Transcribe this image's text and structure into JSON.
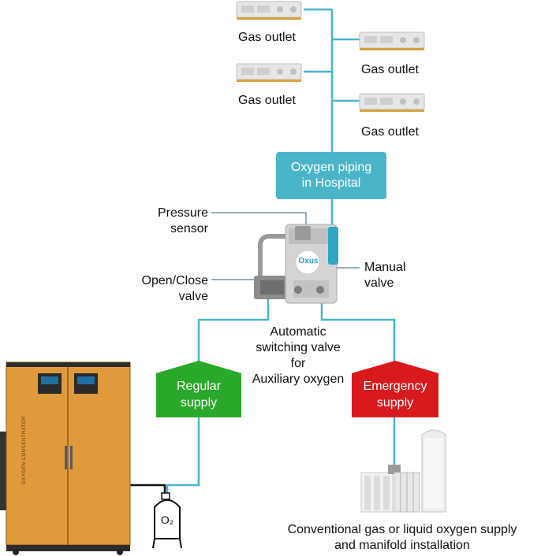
{
  "gas_outlets": [
    {
      "label": "Gas outlet"
    },
    {
      "label": "Gas outlet"
    },
    {
      "label": "Gas outlet"
    },
    {
      "label": "Gas outlet"
    }
  ],
  "piping_box": {
    "line1": "Oxygen piping",
    "line2": "in Hospital",
    "color": "#4ab5c8"
  },
  "valve_assembly": {
    "pressure_sensor": {
      "line1": "Pressure",
      "line2": "sensor"
    },
    "open_close_valve": {
      "line1": "Open/Close",
      "line2": "valve"
    },
    "manual_valve": {
      "line1": "Manual",
      "line2": "valve"
    },
    "brand_logo": "Oxus",
    "caption": {
      "line1": "Automatic",
      "line2": "switching valve",
      "line3": "for",
      "line4": "Auxiliary oxygen"
    }
  },
  "regular_supply": {
    "line1": "Regular",
    "line2": "supply",
    "color": "#2aa829"
  },
  "emergency_supply": {
    "line1": "Emergency",
    "line2": "supply",
    "color": "#d81a1d"
  },
  "concentrator": {
    "side_text": "OXYGEN CONCENTRATOR",
    "body_color": "#e09a3c"
  },
  "o2_tank": {
    "label": "O₂"
  },
  "conventional": {
    "line1": "Conventional gas or liquid oxygen supply",
    "line2": "and manifold installation"
  },
  "pipe_color": "#4ab5c8"
}
